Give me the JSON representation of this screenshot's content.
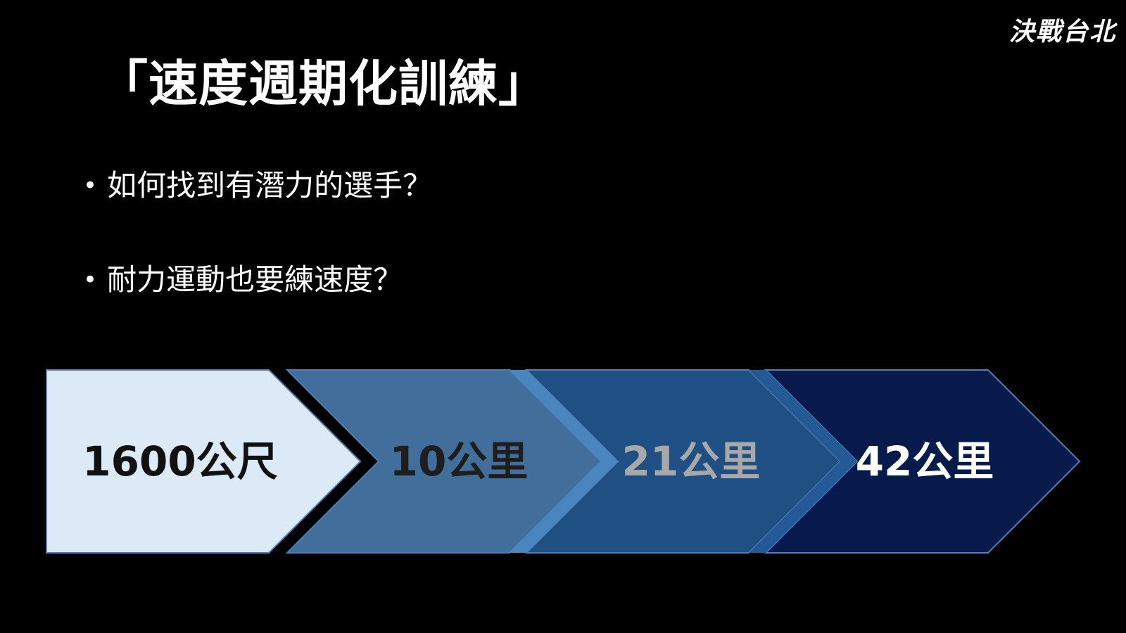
{
  "logo": "決戰台北",
  "title": "「速度週期化訓練」",
  "bullets": [
    {
      "text": "如何找到有潛力的選手？"
    },
    {
      "text": "耐力運動也要練速度？"
    }
  ],
  "chevrons": [
    {
      "label": "1600公尺",
      "fill": "#dce9f6",
      "text_color": "#111111"
    },
    {
      "label": "10公里",
      "fill": "#426e9b",
      "text_color": "#1e1e1e"
    },
    {
      "label": "21公里",
      "fill": "#1f5084",
      "text_color": "#a8a8a8"
    },
    {
      "label": "42公里",
      "fill": "#061b4c",
      "text_color": "#ffffff"
    }
  ],
  "colors": {
    "background": "#000000",
    "overlap_1": "#4a86be",
    "overlap_2": "#235a95",
    "border": "#4f7fb6"
  }
}
